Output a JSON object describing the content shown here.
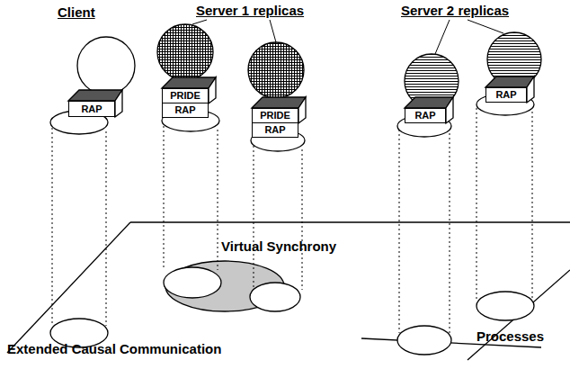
{
  "diagram": {
    "nodes": [
      {
        "text": [
          "RAP"
        ]
      },
      {
        "text": [
          "PRIDE"
        ]
      },
      {
        "text": [
          "RAP"
        ]
      },
      {
        "text": [
          "PRIDE"
        ]
      },
      {
        "text": [
          "RAP"
        ]
      },
      {
        "text": [
          "RAP"
        ]
      },
      {
        "text": [
          "RAP"
        ]
      }
    ],
    "labels": [
      "Client",
      "Server 1 replicas",
      "Server 2 replicas",
      "Virtual Synchrony",
      "Extended Causal Communication",
      "Processes"
    ]
  }
}
